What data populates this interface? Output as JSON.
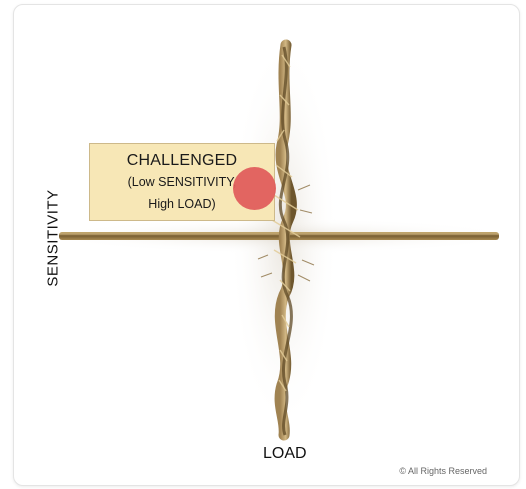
{
  "axes": {
    "y_label": "SENSITIVITY",
    "x_label": "LOAD"
  },
  "callout": {
    "title": "CHALLENGED",
    "line1": "(Low SENSITIVITY,",
    "line2": "High LOAD)"
  },
  "marker": {
    "color": "#e05a5a"
  },
  "rope": {
    "color": "#8a6e3c",
    "highlight": "#c9ad73"
  },
  "footer": {
    "copyright": "© All Rights Reserved"
  },
  "icons": [
    "frayed-rope-vertical",
    "rope-horizontal"
  ]
}
